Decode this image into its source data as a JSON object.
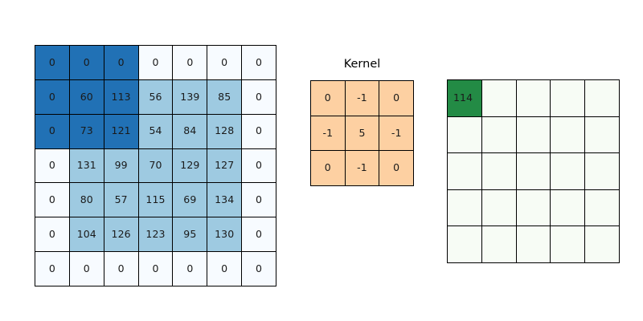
{
  "figure": {
    "background": "#ffffff",
    "description": "2D convolution illustration: zero-padded input matrix, sharpening kernel, and partially-filled output feature map"
  },
  "chart_data": {
    "type": "heatmap",
    "title": "",
    "panels": [
      {
        "name": "input-matrix",
        "role": "input",
        "rows": 7,
        "cols": 7,
        "colormap": "Blues",
        "grid": true,
        "values": [
          [
            0,
            0,
            0,
            0,
            0,
            0,
            0
          ],
          [
            0,
            60,
            113,
            56,
            139,
            85,
            0
          ],
          [
            0,
            73,
            121,
            54,
            84,
            128,
            0
          ],
          [
            0,
            131,
            99,
            70,
            129,
            127,
            0
          ],
          [
            0,
            80,
            57,
            115,
            69,
            134,
            0
          ],
          [
            0,
            104,
            126,
            123,
            95,
            130,
            0
          ],
          [
            0,
            0,
            0,
            0,
            0,
            0,
            0
          ]
        ],
        "cell_colors": [
          [
            "#2171b5",
            "#2171b5",
            "#2171b5",
            "#f7fbff",
            "#f7fbff",
            "#f7fbff",
            "#f7fbff"
          ],
          [
            "#2171b5",
            "#2171b5",
            "#2171b5",
            "#9ecae1",
            "#9ecae1",
            "#9ecae1",
            "#f7fbff"
          ],
          [
            "#2171b5",
            "#2171b5",
            "#2171b5",
            "#9ecae1",
            "#9ecae1",
            "#9ecae1",
            "#f7fbff"
          ],
          [
            "#f7fbff",
            "#9ecae1",
            "#9ecae1",
            "#9ecae1",
            "#9ecae1",
            "#9ecae1",
            "#f7fbff"
          ],
          [
            "#f7fbff",
            "#9ecae1",
            "#9ecae1",
            "#9ecae1",
            "#9ecae1",
            "#9ecae1",
            "#f7fbff"
          ],
          [
            "#f7fbff",
            "#9ecae1",
            "#9ecae1",
            "#9ecae1",
            "#9ecae1",
            "#9ecae1",
            "#f7fbff"
          ],
          [
            "#f7fbff",
            "#f7fbff",
            "#f7fbff",
            "#f7fbff",
            "#f7fbff",
            "#f7fbff",
            "#f7fbff"
          ]
        ],
        "highlight": {
          "label": "receptive-field",
          "color": "#2171b5",
          "row_start": 0,
          "col_start": 0,
          "rows": 3,
          "cols": 3
        }
      },
      {
        "name": "kernel-matrix",
        "role": "kernel",
        "title": "Kernel",
        "rows": 3,
        "cols": 3,
        "fill_color": "#fdd0a2",
        "grid": true,
        "values": [
          [
            0,
            -1,
            0
          ],
          [
            -1,
            5,
            -1
          ],
          [
            0,
            -1,
            0
          ]
        ]
      },
      {
        "name": "output-matrix",
        "role": "output",
        "rows": 5,
        "cols": 5,
        "colormap": "Greens",
        "empty_color": "#f7fcf5",
        "filled_color": "#238b45",
        "grid": true,
        "values": [
          [
            114,
            null,
            null,
            null,
            null
          ],
          [
            null,
            null,
            null,
            null,
            null
          ],
          [
            null,
            null,
            null,
            null,
            null
          ],
          [
            null,
            null,
            null,
            null,
            null
          ],
          [
            null,
            null,
            null,
            null,
            null
          ]
        ]
      }
    ]
  },
  "input_matrix": {
    "name": "input-matrix",
    "rows": [
      {
        "cells": [
          {
            "text": "0",
            "bg": "#2171b5"
          },
          {
            "text": "0",
            "bg": "#2171b5"
          },
          {
            "text": "0",
            "bg": "#2171b5"
          },
          {
            "text": "0",
            "bg": "#f7fbff"
          },
          {
            "text": "0",
            "bg": "#f7fbff"
          },
          {
            "text": "0",
            "bg": "#f7fbff"
          },
          {
            "text": "0",
            "bg": "#f7fbff"
          }
        ]
      },
      {
        "cells": [
          {
            "text": "0",
            "bg": "#2171b5"
          },
          {
            "text": "60",
            "bg": "#2171b5"
          },
          {
            "text": "113",
            "bg": "#2171b5"
          },
          {
            "text": "56",
            "bg": "#9ecae1"
          },
          {
            "text": "139",
            "bg": "#9ecae1"
          },
          {
            "text": "85",
            "bg": "#9ecae1"
          },
          {
            "text": "0",
            "bg": "#f7fbff"
          }
        ]
      },
      {
        "cells": [
          {
            "text": "0",
            "bg": "#2171b5"
          },
          {
            "text": "73",
            "bg": "#2171b5"
          },
          {
            "text": "121",
            "bg": "#2171b5"
          },
          {
            "text": "54",
            "bg": "#9ecae1"
          },
          {
            "text": "84",
            "bg": "#9ecae1"
          },
          {
            "text": "128",
            "bg": "#9ecae1"
          },
          {
            "text": "0",
            "bg": "#f7fbff"
          }
        ]
      },
      {
        "cells": [
          {
            "text": "0",
            "bg": "#f7fbff"
          },
          {
            "text": "131",
            "bg": "#9ecae1"
          },
          {
            "text": "99",
            "bg": "#9ecae1"
          },
          {
            "text": "70",
            "bg": "#9ecae1"
          },
          {
            "text": "129",
            "bg": "#9ecae1"
          },
          {
            "text": "127",
            "bg": "#9ecae1"
          },
          {
            "text": "0",
            "bg": "#f7fbff"
          }
        ]
      },
      {
        "cells": [
          {
            "text": "0",
            "bg": "#f7fbff"
          },
          {
            "text": "80",
            "bg": "#9ecae1"
          },
          {
            "text": "57",
            "bg": "#9ecae1"
          },
          {
            "text": "115",
            "bg": "#9ecae1"
          },
          {
            "text": "69",
            "bg": "#9ecae1"
          },
          {
            "text": "134",
            "bg": "#9ecae1"
          },
          {
            "text": "0",
            "bg": "#f7fbff"
          }
        ]
      },
      {
        "cells": [
          {
            "text": "0",
            "bg": "#f7fbff"
          },
          {
            "text": "104",
            "bg": "#9ecae1"
          },
          {
            "text": "126",
            "bg": "#9ecae1"
          },
          {
            "text": "123",
            "bg": "#9ecae1"
          },
          {
            "text": "95",
            "bg": "#9ecae1"
          },
          {
            "text": "130",
            "bg": "#9ecae1"
          },
          {
            "text": "0",
            "bg": "#f7fbff"
          }
        ]
      },
      {
        "cells": [
          {
            "text": "0",
            "bg": "#f7fbff"
          },
          {
            "text": "0",
            "bg": "#f7fbff"
          },
          {
            "text": "0",
            "bg": "#f7fbff"
          },
          {
            "text": "0",
            "bg": "#f7fbff"
          },
          {
            "text": "0",
            "bg": "#f7fbff"
          },
          {
            "text": "0",
            "bg": "#f7fbff"
          },
          {
            "text": "0",
            "bg": "#f7fbff"
          }
        ]
      }
    ]
  },
  "kernel": {
    "title": "Kernel",
    "rows": [
      {
        "cells": [
          {
            "text": "0",
            "bg": "#fdd0a2"
          },
          {
            "text": "-1",
            "bg": "#fdd0a2"
          },
          {
            "text": "0",
            "bg": "#fdd0a2"
          }
        ]
      },
      {
        "cells": [
          {
            "text": "-1",
            "bg": "#fdd0a2"
          },
          {
            "text": "5",
            "bg": "#fdd0a2"
          },
          {
            "text": "-1",
            "bg": "#fdd0a2"
          }
        ]
      },
      {
        "cells": [
          {
            "text": "0",
            "bg": "#fdd0a2"
          },
          {
            "text": "-1",
            "bg": "#fdd0a2"
          },
          {
            "text": "0",
            "bg": "#fdd0a2"
          }
        ]
      }
    ]
  },
  "output_matrix": {
    "name": "output-matrix",
    "rows": [
      {
        "cells": [
          {
            "text": "114",
            "bg": "#238b45"
          },
          {
            "text": "",
            "bg": "#f7fcf5"
          },
          {
            "text": "",
            "bg": "#f7fcf5"
          },
          {
            "text": "",
            "bg": "#f7fcf5"
          },
          {
            "text": "",
            "bg": "#f7fcf5"
          }
        ]
      },
      {
        "cells": [
          {
            "text": "",
            "bg": "#f7fcf5"
          },
          {
            "text": "",
            "bg": "#f7fcf5"
          },
          {
            "text": "",
            "bg": "#f7fcf5"
          },
          {
            "text": "",
            "bg": "#f7fcf5"
          },
          {
            "text": "",
            "bg": "#f7fcf5"
          }
        ]
      },
      {
        "cells": [
          {
            "text": "",
            "bg": "#f7fcf5"
          },
          {
            "text": "",
            "bg": "#f7fcf5"
          },
          {
            "text": "",
            "bg": "#f7fcf5"
          },
          {
            "text": "",
            "bg": "#f7fcf5"
          },
          {
            "text": "",
            "bg": "#f7fcf5"
          }
        ]
      },
      {
        "cells": [
          {
            "text": "",
            "bg": "#f7fcf5"
          },
          {
            "text": "",
            "bg": "#f7fcf5"
          },
          {
            "text": "",
            "bg": "#f7fcf5"
          },
          {
            "text": "",
            "bg": "#f7fcf5"
          },
          {
            "text": "",
            "bg": "#f7fcf5"
          }
        ]
      },
      {
        "cells": [
          {
            "text": "",
            "bg": "#f7fcf5"
          },
          {
            "text": "",
            "bg": "#f7fcf5"
          },
          {
            "text": "",
            "bg": "#f7fcf5"
          },
          {
            "text": "",
            "bg": "#f7fcf5"
          },
          {
            "text": "",
            "bg": "#f7fcf5"
          }
        ]
      }
    ]
  }
}
